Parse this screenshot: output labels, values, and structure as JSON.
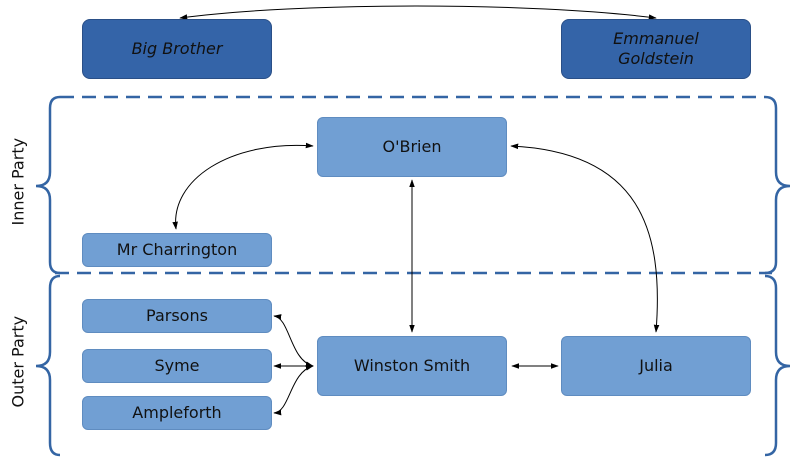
{
  "leaders": {
    "big_brother": "Big Brother",
    "goldstein": "Emmanuel\nGoldstein"
  },
  "inner_party": {
    "label": "Inner Party",
    "obrien": "O'Brien",
    "charrington": "Mr Charrington"
  },
  "outer_party": {
    "label": "Outer Party",
    "parsons": "Parsons",
    "syme": "Syme",
    "ampleforth": "Ampleforth",
    "winston": "Winston Smith",
    "julia": "Julia"
  },
  "colors": {
    "leader_fill": "#3464a8",
    "member_fill": "#719fd3",
    "bracket": "#3465a4",
    "line": "#000000"
  }
}
